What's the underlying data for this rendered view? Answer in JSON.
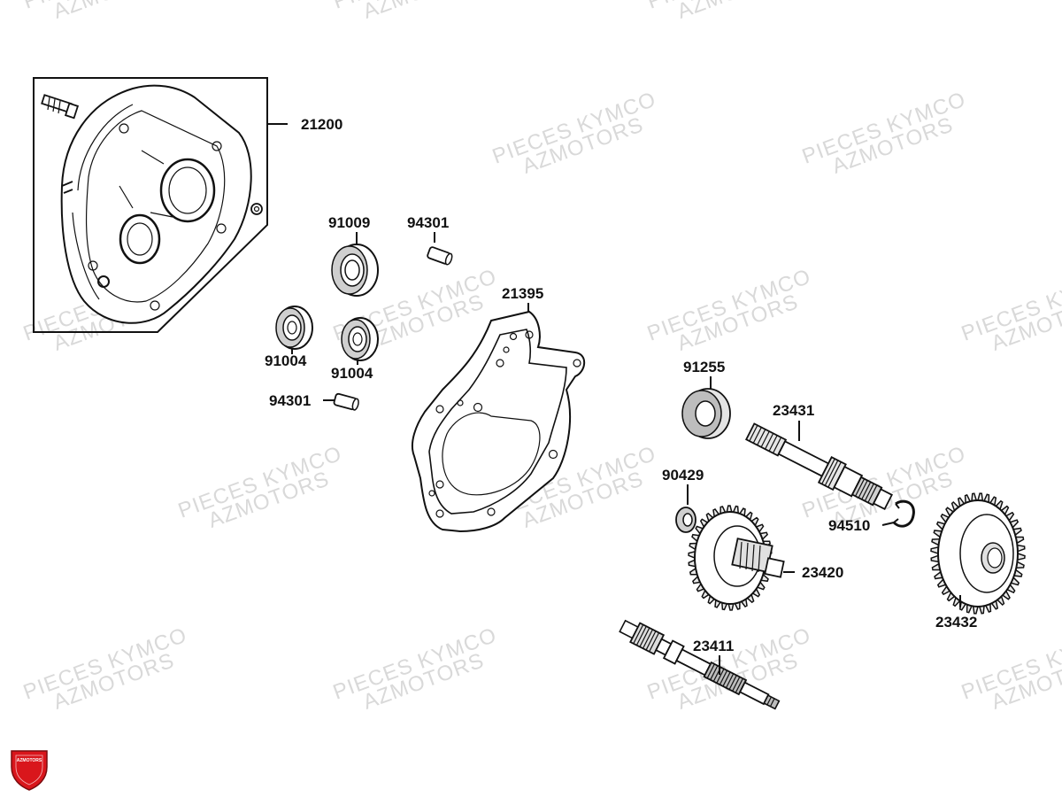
{
  "watermark": {
    "line1": "PIECES KYMCO",
    "line2": "AZMOTORS"
  },
  "logo": {
    "text": "AZMOTORS",
    "color": "#d9161c"
  },
  "parts": [
    {
      "id": "case",
      "number": "21200"
    },
    {
      "id": "bearing-large",
      "number": "91009"
    },
    {
      "id": "dowel-top",
      "number": "94301"
    },
    {
      "id": "gasket",
      "number": "21395"
    },
    {
      "id": "bearing-left",
      "number": "91004"
    },
    {
      "id": "bearing-right",
      "number": "91004"
    },
    {
      "id": "dowel-bottom",
      "number": "94301"
    },
    {
      "id": "oil-seal",
      "number": "91255"
    },
    {
      "id": "final-shaft",
      "number": "23431"
    },
    {
      "id": "washer",
      "number": "90429"
    },
    {
      "id": "circlip",
      "number": "94510"
    },
    {
      "id": "counter-gear",
      "number": "23420"
    },
    {
      "id": "final-gear",
      "number": "23432"
    },
    {
      "id": "drive-shaft",
      "number": "23411"
    }
  ]
}
